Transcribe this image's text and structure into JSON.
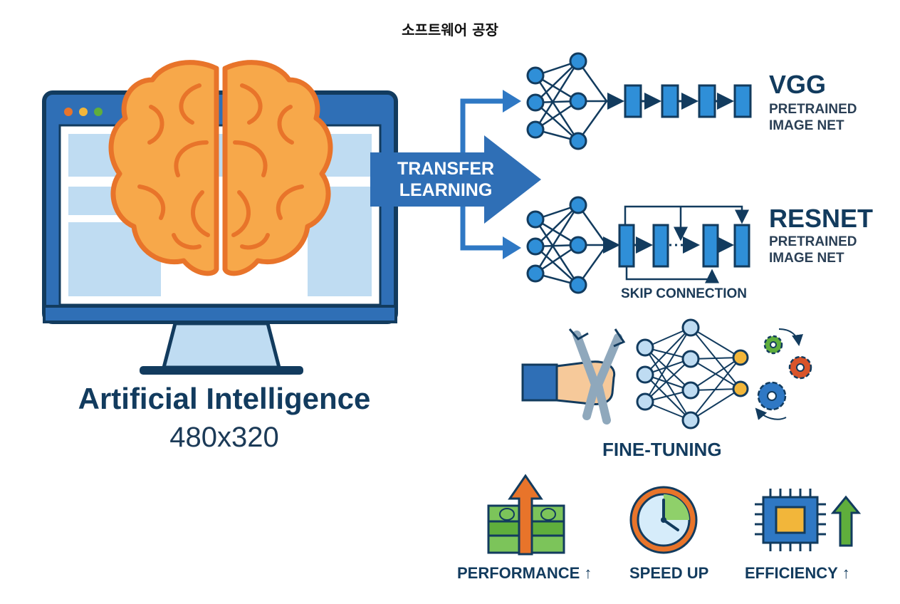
{
  "title": "소프트웨어 공장",
  "ai": {
    "title": "Artificial Intelligence",
    "resolution": "480x320"
  },
  "transfer": {
    "line1": "TRANSFER",
    "line2": "LEARNING"
  },
  "vgg": {
    "name": "VGG",
    "line1": "PRETRAINED",
    "line2": "IMAGE NET"
  },
  "resnet": {
    "name": "RESNET",
    "line1": "PRETRAINED",
    "line2": "IMAGE NET",
    "skip": "SKIP CONNECTION"
  },
  "finetune": {
    "label": "FINE-TUNING"
  },
  "metrics": [
    {
      "label": "PERFORMANCE",
      "arrow": "↑",
      "icon": "money-icon"
    },
    {
      "label": "SPEED UP",
      "icon": "clock-icon"
    },
    {
      "label": "EFFICIENCY",
      "arrow": "↑",
      "icon": "chip-icon"
    }
  ],
  "colors": {
    "navy": "#123b5e",
    "blue": "#2f78c4",
    "lightblue": "#bfdcf2",
    "orange": "#e8742a",
    "brainFill": "#f7a84a",
    "green": "#5fae3c",
    "nodeBlue": "#2f8fd8"
  }
}
